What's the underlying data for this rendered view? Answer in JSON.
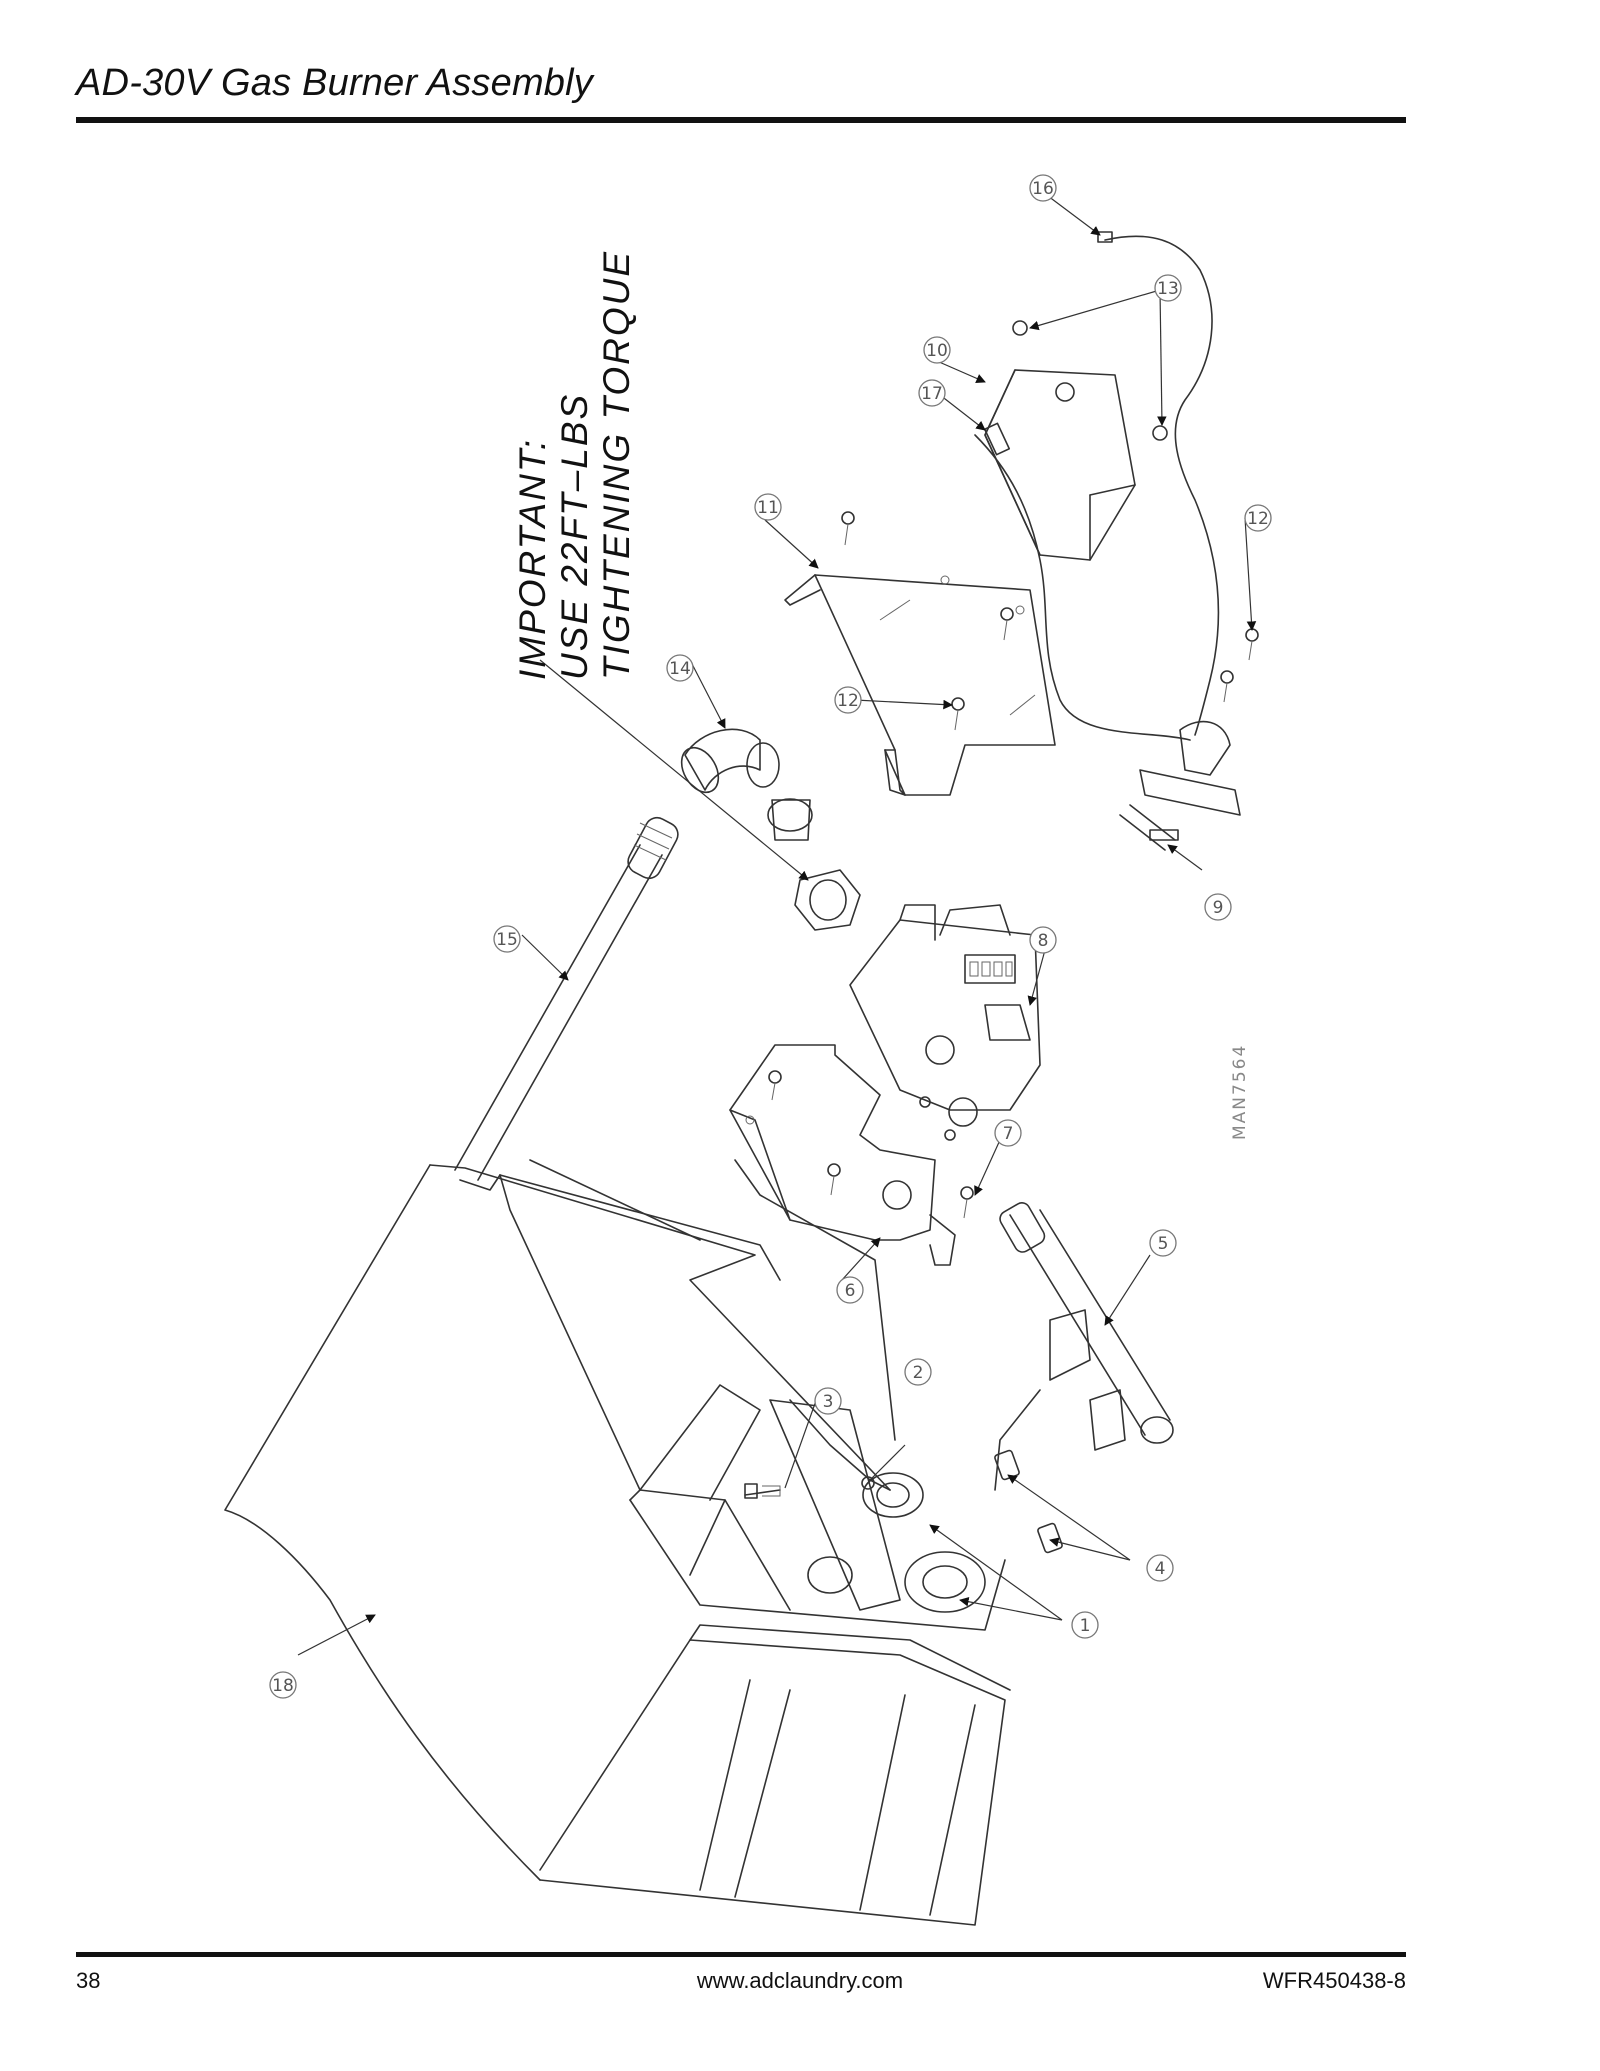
{
  "page": {
    "title": "AD-30V Gas Burner Assembly",
    "footer": {
      "page_number": "38",
      "website": "www.adclaundry.com",
      "document_code": "WFR450438-8"
    }
  },
  "diagram": {
    "note_lines": [
      "IMPORTANT:",
      "USE  22FT–LBS",
      "TIGHTENING  TORQUE"
    ],
    "drawing_number": "MAN7564",
    "callouts": [
      "1",
      "2",
      "3",
      "4",
      "5",
      "6",
      "7",
      "8",
      "9",
      "10",
      "11",
      "12",
      "12",
      "13",
      "14",
      "15",
      "16",
      "17",
      "18"
    ]
  }
}
